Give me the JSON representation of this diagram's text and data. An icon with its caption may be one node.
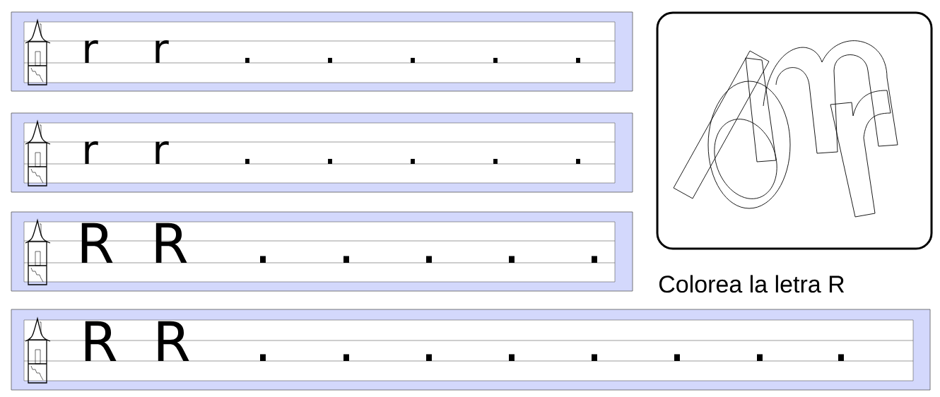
{
  "diagram": {
    "nodes": [
      {
        "text": [
          "r",
          "r",
          ".",
          ".",
          ".",
          ".",
          "."
        ]
      },
      {
        "text": [
          "r",
          "r",
          ".",
          ".",
          ".",
          ".",
          "."
        ]
      },
      {
        "text": [
          "R",
          "R",
          ".",
          ".",
          ".",
          ".",
          "."
        ]
      },
      {
        "text": [
          "R",
          "R",
          ".",
          ".",
          ".",
          ".",
          ".",
          ".",
          ".",
          "."
        ]
      }
    ],
    "labels": [
      "Colorea la letra R"
    ]
  }
}
